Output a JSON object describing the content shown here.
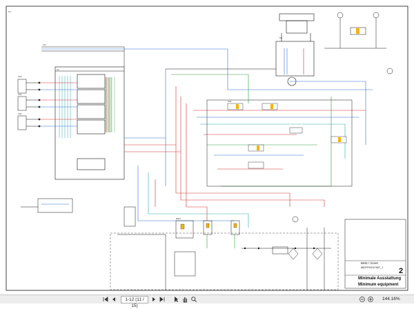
{
  "drawing": {
    "number": "2",
    "company": "BMS / Greet",
    "drawing_id": "882PF00047687_1",
    "title_de": "Minimale Ausstattung",
    "title_en": "Minimum equipment",
    "frame_label": "F2",
    "labels": {
      "x17": "X17",
      "x18": "X18",
      "x19": "X19",
      "x20": "X20",
      "y01": "Y01",
      "b201": "B201",
      "u1": "U1",
      "k40": "K40"
    }
  },
  "toolbar": {
    "page_indicator": "1-12 (11 / 15)",
    "zoom": "144.16%",
    "icons": [
      "first-page-icon",
      "prev-page-icon",
      "next-page-icon",
      "last-page-icon",
      "select-tool-icon",
      "hand-tool-icon",
      "zoom-tool-icon",
      "zoom-out-icon",
      "zoom-in-icon"
    ]
  },
  "colors": {
    "red": "#d42a2a",
    "blue": "#2a6fd4",
    "green": "#2a9a3a",
    "cyan": "#26a6b8",
    "grey": "#666666",
    "black": "#111111"
  }
}
